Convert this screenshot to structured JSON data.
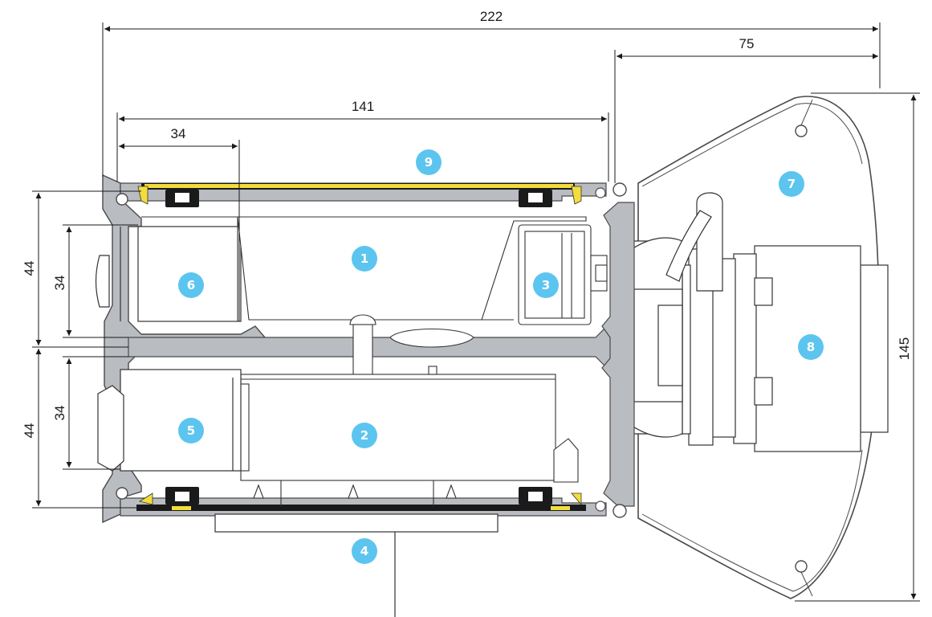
{
  "colors": {
    "profile_fill": "#b9bcc0",
    "profile_stroke": "#4a4a4a",
    "line": "#1a1a1a",
    "seal": "#1a1a1a",
    "seal_highlight": "#f2dd3c",
    "callout": "#5cc5ef"
  },
  "dimensions": {
    "overall_width": "222",
    "right_section": "75",
    "inner_width": "141",
    "left_section": "34",
    "overall_height": "145",
    "upper_outer_height": "44",
    "upper_inner_height": "34",
    "lower_outer_height": "44",
    "lower_inner_height": "34"
  },
  "callouts": [
    "1",
    "2",
    "3",
    "4",
    "5",
    "6",
    "7",
    "8",
    "9"
  ]
}
